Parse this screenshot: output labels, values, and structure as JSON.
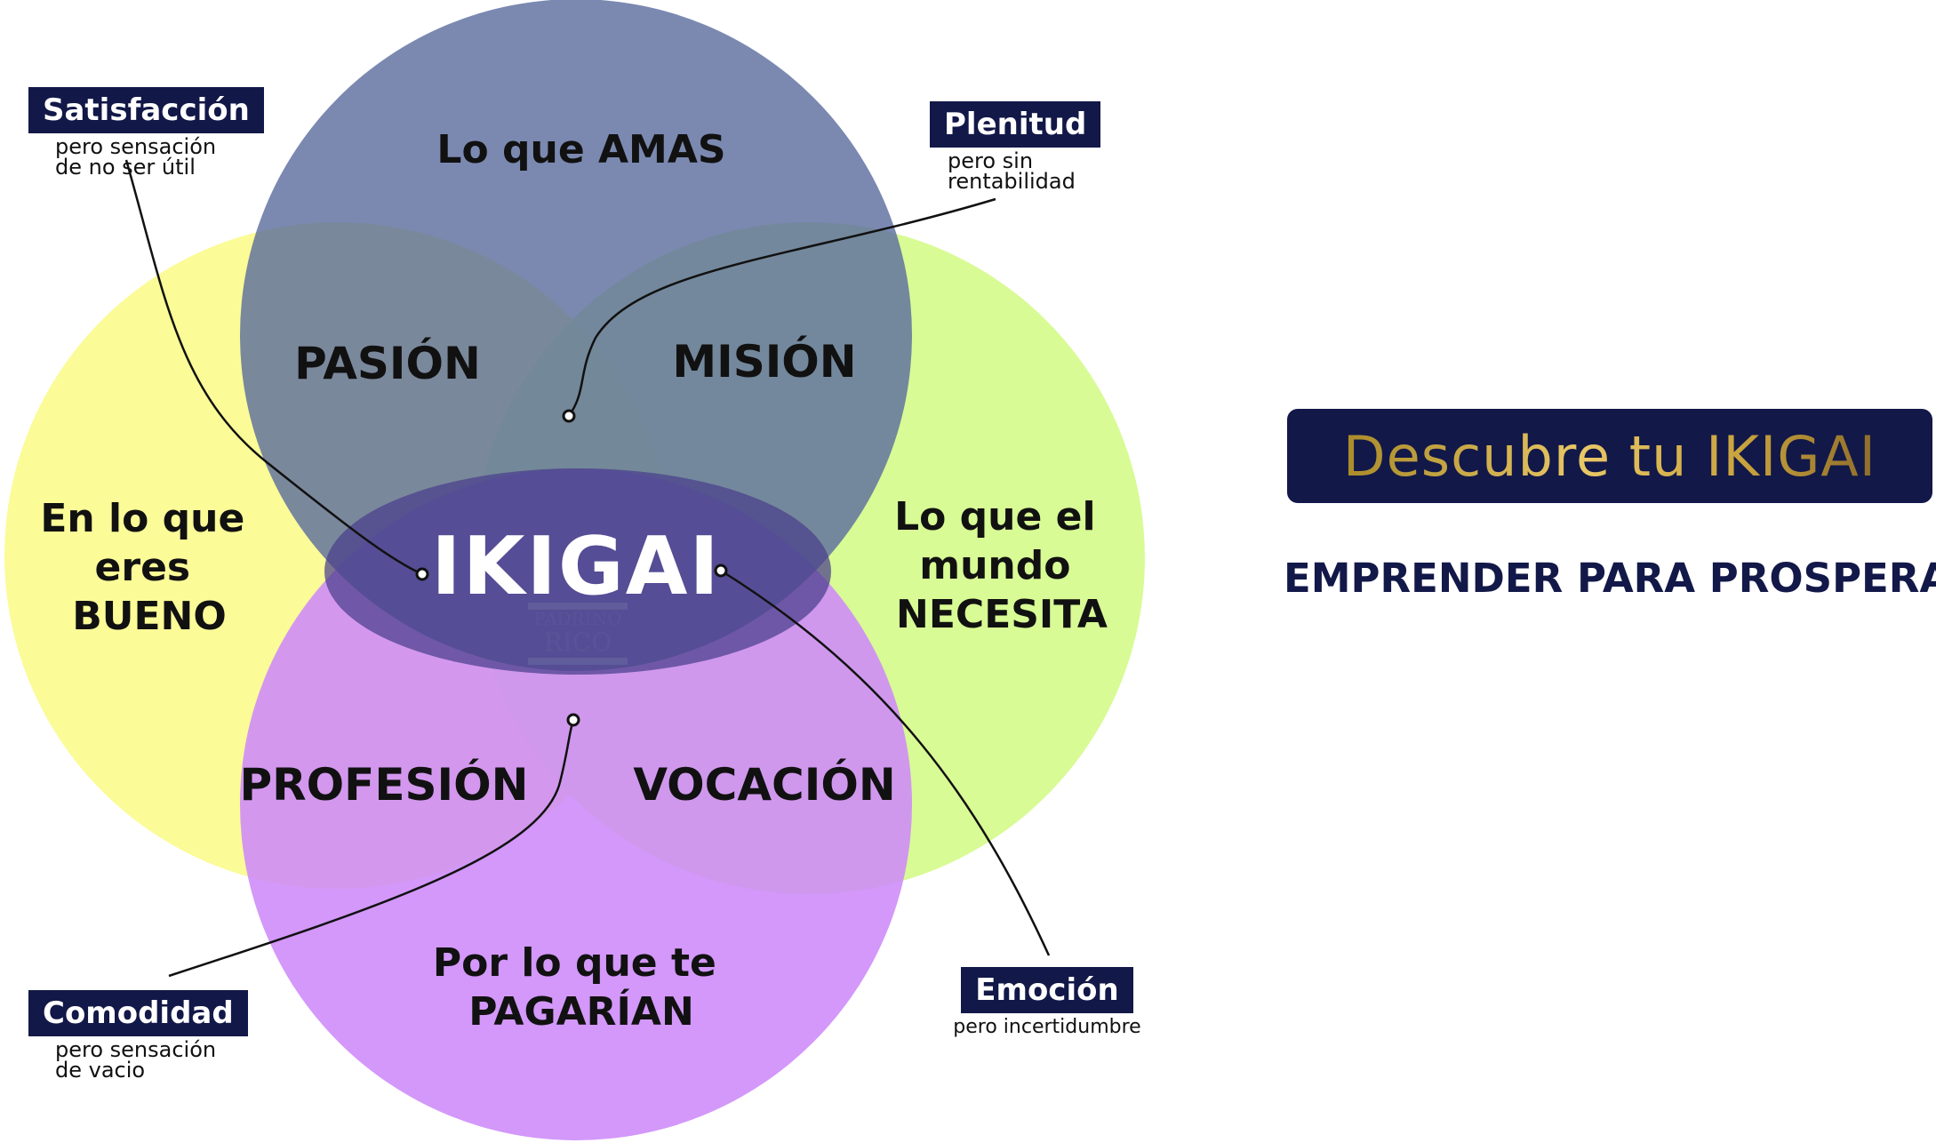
{
  "diagram": {
    "center": "IKIGAI",
    "logo": {
      "line1": "PADRINO",
      "line2": "RICO"
    },
    "circles": [
      {
        "id": "love",
        "lines": [
          "Lo que AMAS"
        ],
        "color": "#5a6b9e"
      },
      {
        "id": "good",
        "lines": [
          "En lo que",
          "eres",
          "BUENO"
        ],
        "color": "#fbfb8a"
      },
      {
        "id": "need",
        "lines": [
          "Lo que el",
          "mundo",
          "NECESITA"
        ],
        "color": "#d3fa86"
      },
      {
        "id": "paid",
        "lines": [
          "Por lo que te",
          "PAGARÍAN"
        ],
        "color": "#cd8af9"
      }
    ],
    "intersections": {
      "pasion": "PASIÓN",
      "mision": "MISIÓN",
      "profesion": "PROFESIÓN",
      "vocacion": "VOCACIÓN"
    }
  },
  "callouts": {
    "satisfaccion": {
      "title": "Satisfacción",
      "sub": "pero sensación\nde no ser útil"
    },
    "plenitud": {
      "title": "Plenitud",
      "sub": "pero sin\nrentabilidad"
    },
    "comodidad": {
      "title": "Comodidad",
      "sub": "pero sensación\nde vacio"
    },
    "emocion": {
      "title": "Emoción",
      "sub": "pero incertidumbre"
    }
  },
  "cta": {
    "label": "Descubre tu IKIGAI"
  },
  "tagline": {
    "text": "EMPRENDER PARA PROSPERAR",
    "mark": "®"
  },
  "colors": {
    "navy": "#121848",
    "gold": "#c9a33d",
    "center": "#4a3e8c"
  }
}
